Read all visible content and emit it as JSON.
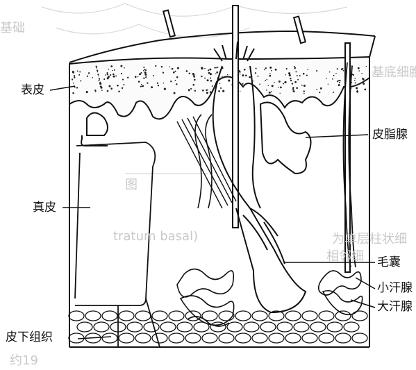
{
  "labels": {
    "epidermis": "表皮",
    "dermis": "真皮",
    "subcutaneous": "皮下组织",
    "sebaceous_gland": "皮脂腺",
    "hair_follicle": "毛囊",
    "small_sweat_gland": "小汗腺",
    "large_sweat_gland": "大汗腺"
  },
  "background_text": {
    "fragment_1": "基础",
    "fragment_2": "基底细胞",
    "fragment_3": "图",
    "fragment_4": "tratum basal)",
    "fragment_5": "为单层柱状细",
    "fragment_6": "相邻细",
    "fragment_7": "约19"
  }
}
